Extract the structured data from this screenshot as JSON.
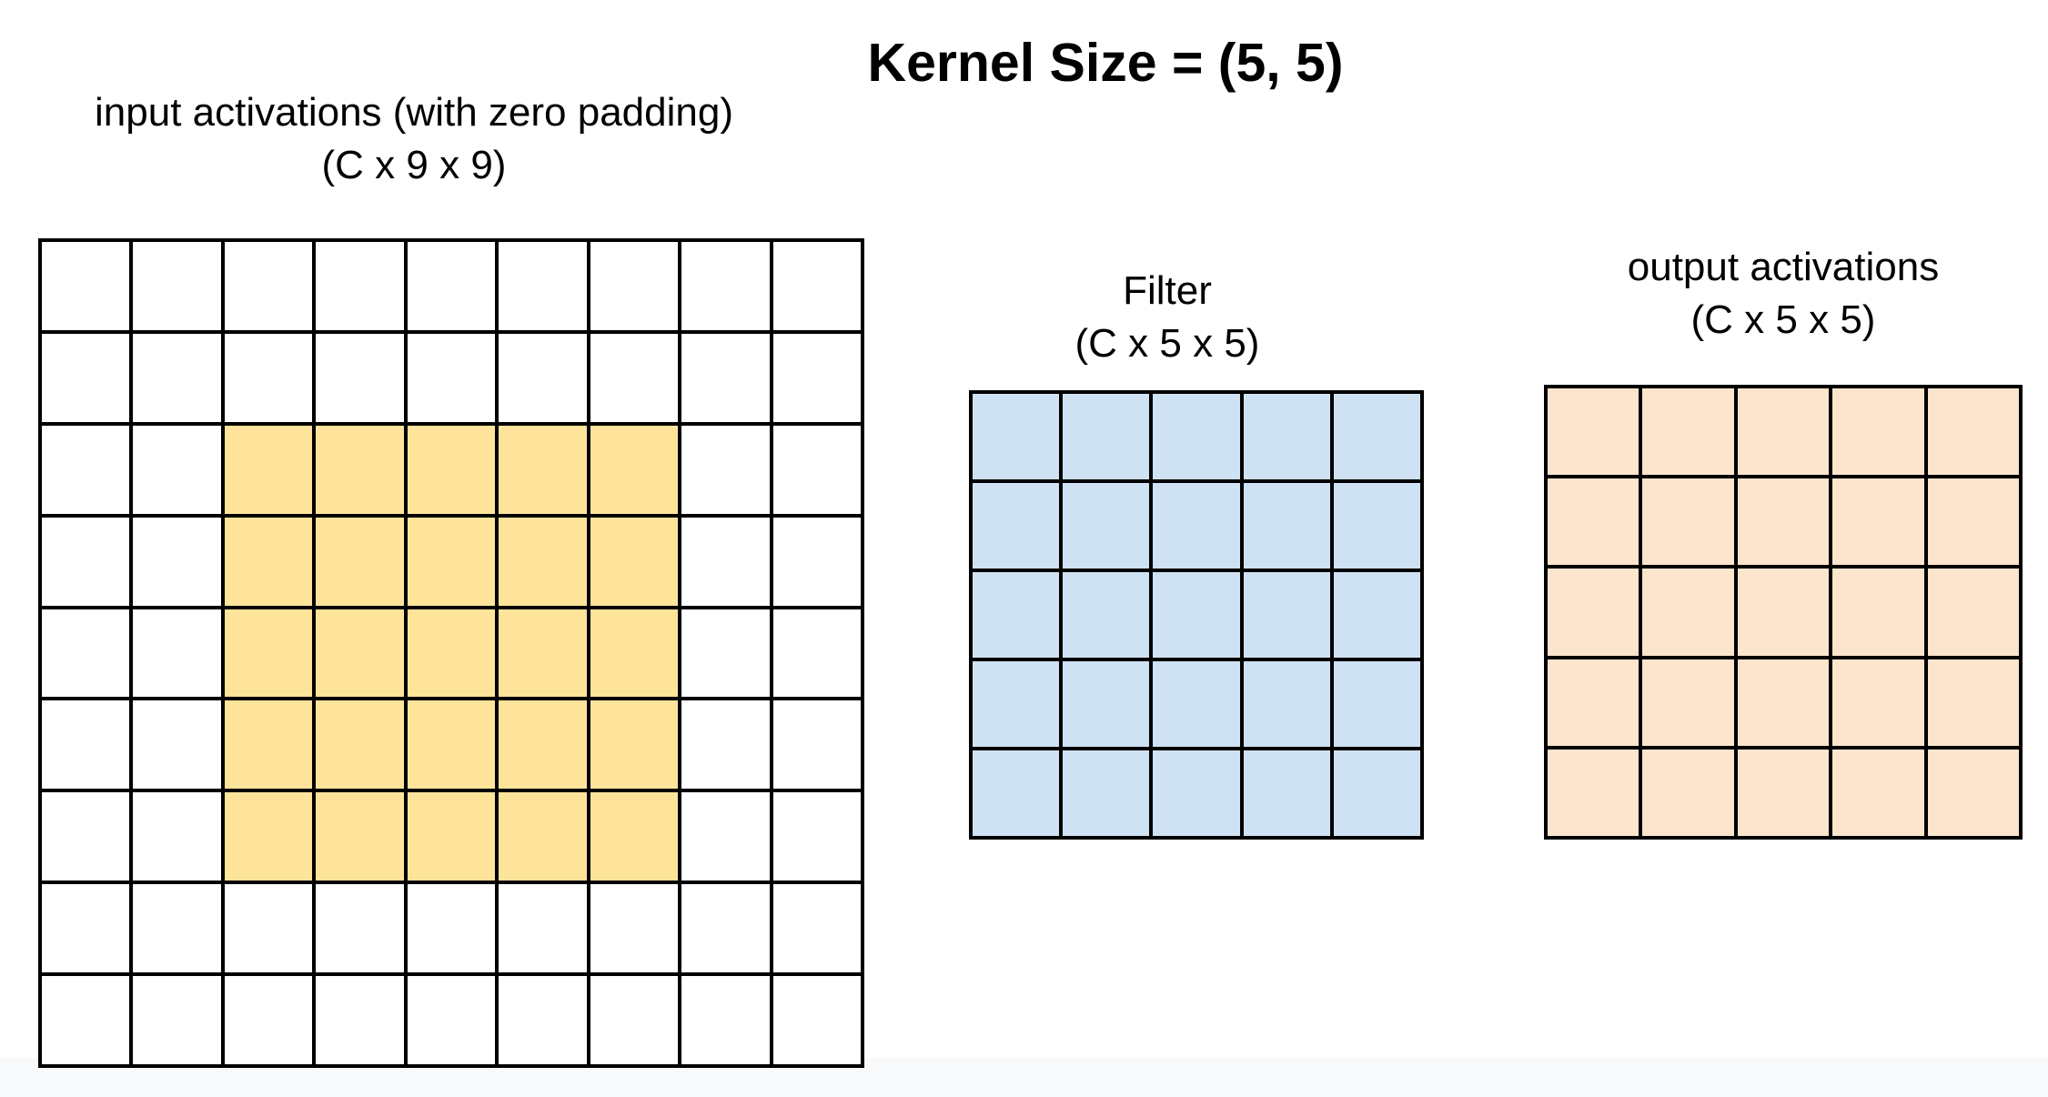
{
  "title": "Kernel Size = (5, 5)",
  "input": {
    "label_line1": "input activations (with zero padding)",
    "label_line2": "(C x 9 x 9)",
    "rows": 9,
    "cols": 9,
    "padding": 2,
    "pad_color": "#ffffff",
    "data_color": "#fee49b"
  },
  "filter": {
    "label_line1": "Filter",
    "label_line2": "(C x 5 x 5)",
    "rows": 5,
    "cols": 5,
    "color": "#cfe2f3"
  },
  "output": {
    "label_line1": "output activations",
    "label_line2": "(C x 5 x 5)",
    "rows": 5,
    "cols": 5,
    "color": "#fce5cd"
  }
}
